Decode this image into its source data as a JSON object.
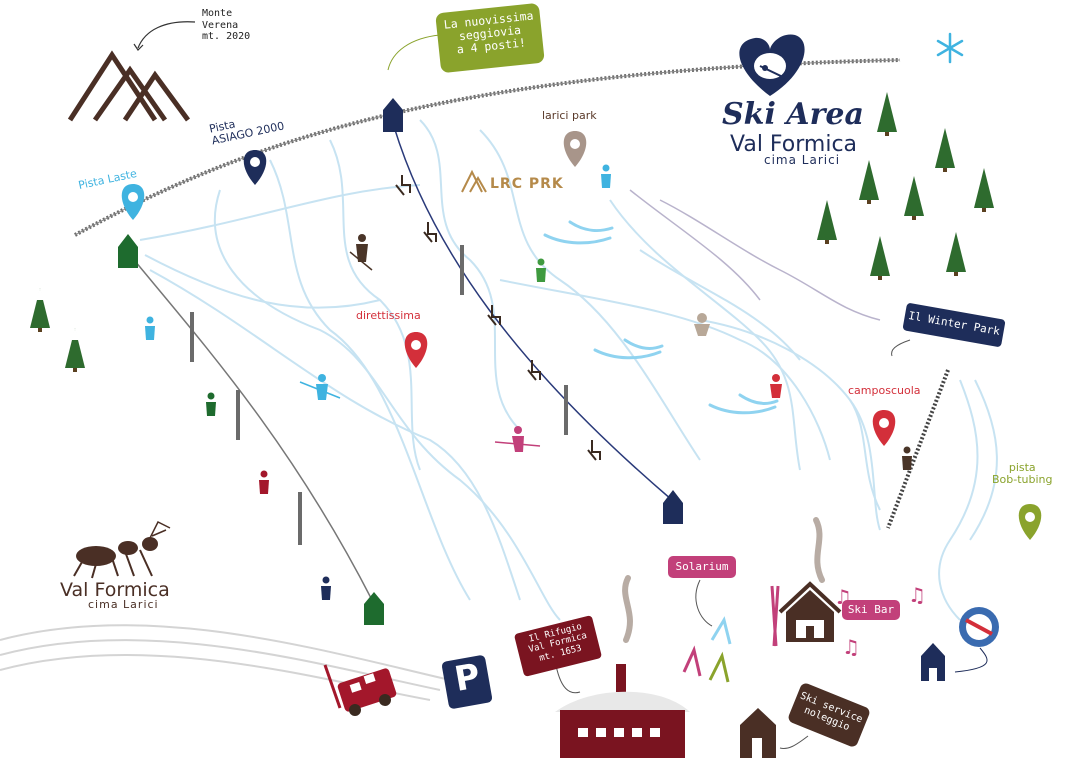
{
  "labels": {
    "monte_verena": "Monte\nVerena\nmt. 2020",
    "nuovissima": "La nuovissima\nseggiovia\na 4 posti!",
    "pista_asiago": "Pista\nASIAGO 2000",
    "pista_laste": "Pista Laste",
    "larici_park": "larici park",
    "lrc_prk": "LRC PRK",
    "direttissima": "direttissima",
    "camposcuola": "camposcuola",
    "winter_park": "Il Winter Park",
    "bob_tubing": "pista\nBob-tubing",
    "solarium": "Solarium",
    "ski_bar": "Ski Bar",
    "rifugio": "Il Rifugio\nVal Formica\nmt. 1653",
    "ski_service": "Ski service\nnoleggio",
    "parking": "P"
  },
  "brand": {
    "ski_area": "Ski Area",
    "val_formica": "Val Formica",
    "cima_larici": "cima Larici",
    "logo_val_formica": "Val Formica",
    "logo_cima_larici": "cima Larici"
  },
  "colors": {
    "navy": "#1e2d5a",
    "green": "#1e6b2e",
    "light_blue": "#3fb3e0",
    "red": "#d32f3a",
    "olive": "#8aa32c",
    "magenta": "#c2407a",
    "brown": "#5a3a2a",
    "maroon": "#7a1420"
  }
}
